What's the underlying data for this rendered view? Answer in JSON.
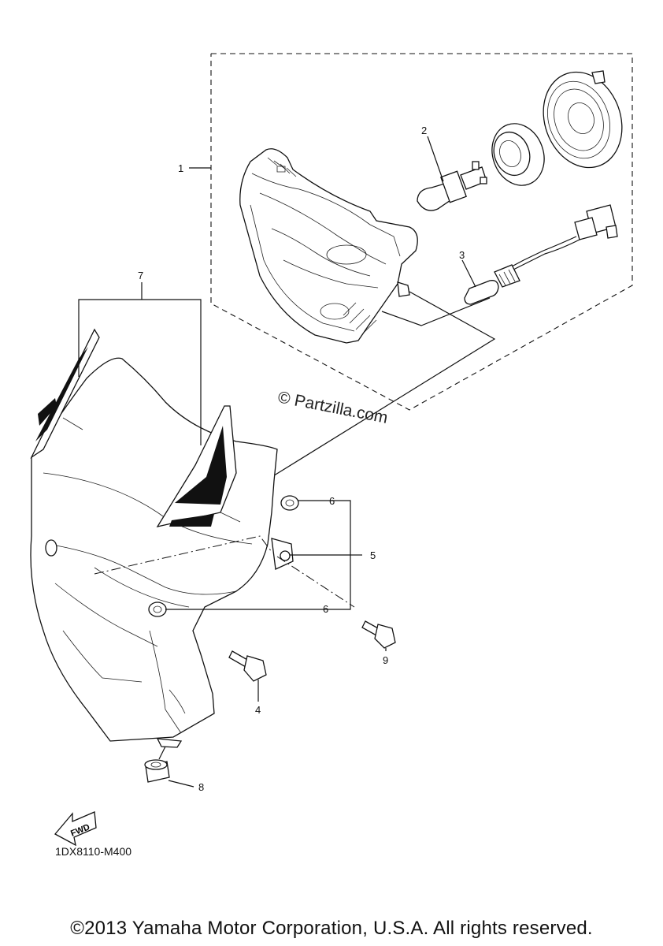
{
  "diagram": {
    "callouts": {
      "c1": "1",
      "c2": "2",
      "c3": "3",
      "c4": "4",
      "c5": "5",
      "c6a": "6",
      "c6b": "6",
      "c7": "7",
      "c8": "8",
      "c9": "9"
    },
    "watermark": "© Partzilla.com",
    "fwd_label": "FWD",
    "diagram_code": "1DX8110-M400",
    "copyright": "©2013 Yamaha Motor Corporation, U.S.A. All rights reserved."
  }
}
